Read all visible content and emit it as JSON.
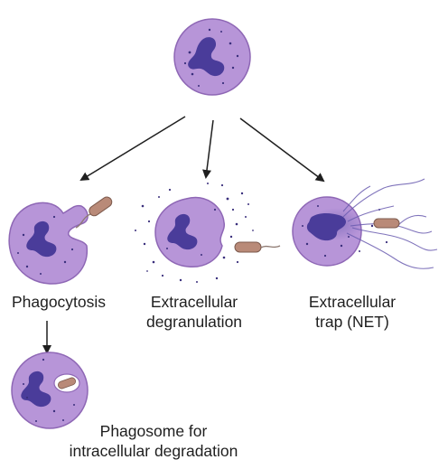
{
  "colors": {
    "cell_fill": "#b795d8",
    "cell_stroke": "#8e67b5",
    "nucleus": "#4a3c9a",
    "granule": "#3a2f7c",
    "bacterium": "#b98a78",
    "bacterium_stroke": "#7d5a4d",
    "arrow": "#1f1f1f",
    "net_fiber": "#6a5cb0",
    "text": "#1f1f1f"
  },
  "labels": {
    "phagocytosis": "Phagocytosis",
    "degranulation": [
      "Extracellular",
      "degranulation"
    ],
    "net": [
      "Extracellular",
      "trap (NET)"
    ],
    "phagosome": [
      "Phagosome for",
      "intracellular degradation"
    ]
  }
}
